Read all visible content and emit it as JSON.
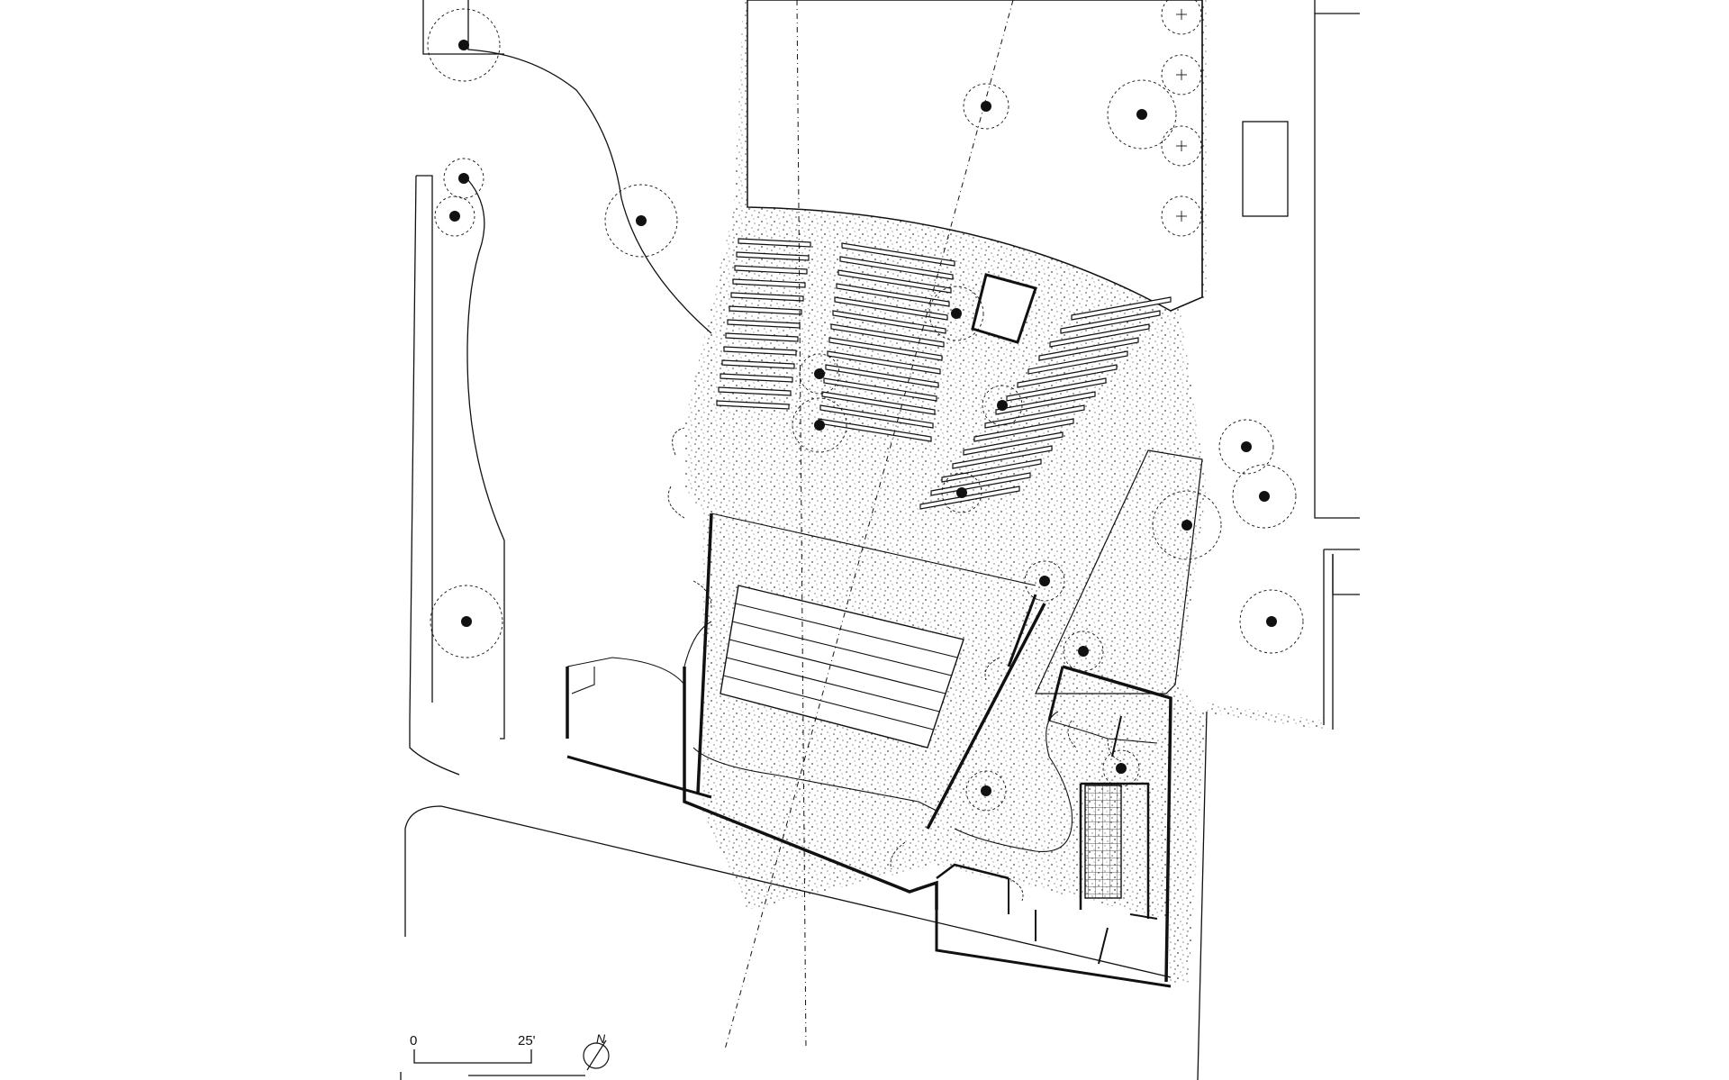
{
  "scale_bar": {
    "start_label": "0",
    "end_label": "25'"
  },
  "north_arrow": {
    "label": "N"
  },
  "colors": {
    "ink": "#111111",
    "paper": "#ffffff",
    "stipple": "#555555"
  },
  "hatch": {
    "id": "stipple-pattern"
  }
}
